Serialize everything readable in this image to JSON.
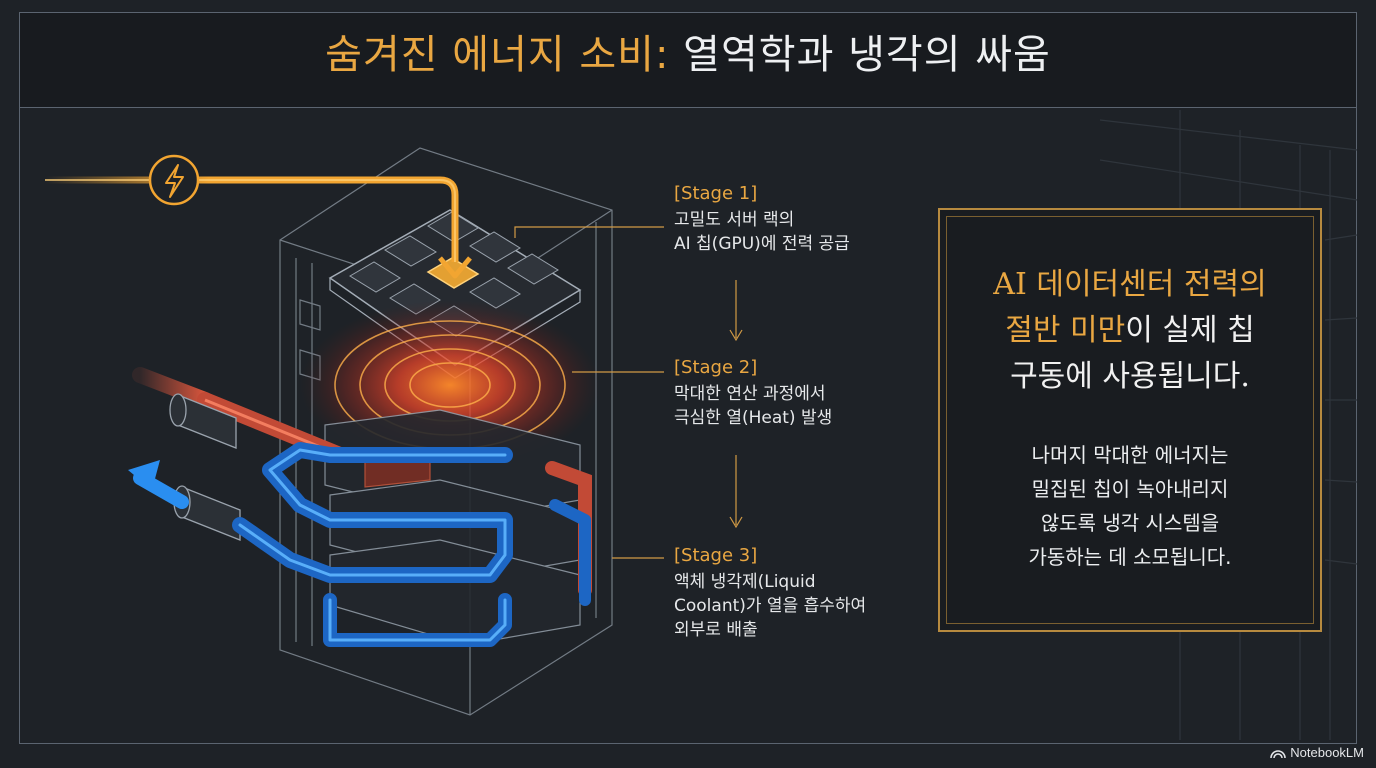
{
  "title": {
    "highlight": "숨겨진 에너지 소비:",
    "rest": " 열역학과 냉각의 싸움"
  },
  "stages": [
    {
      "label": "[Stage 1]",
      "desc": "고밀도 서버 랙의\nAI 칩(GPU)에 전력 공급"
    },
    {
      "label": "[Stage 2]",
      "desc": "막대한 연산 과정에서\n극심한 열(Heat) 발생"
    },
    {
      "label": "[Stage 3]",
      "desc": "액체 냉각제(Liquid\nCoolant)가 열을 흡수하여\n외부로 배출"
    }
  ],
  "callout": {
    "headline_line1": "AI 데이터센터 전력의",
    "headline_hl2": "절반 미만",
    "headline_rest2": "이 실제 칩",
    "headline_line3": "구동에 사용됩니다.",
    "body": "나머지 막대한 에너지는\n밀집된 칩이 녹아내리지\n않도록 냉각 시스템을\n가동하는 데 소모됩니다."
  },
  "brand": {
    "name": "NotebookLM",
    "icon": "notebooklm-logo-icon"
  },
  "icons": {
    "power": "lightning-bolt-icon"
  },
  "colors": {
    "accent": "#e9a742",
    "power_line": "#f2a531",
    "heat": "#e8452a",
    "coolant": "#2a8ef0",
    "hot_pipe": "#d8553c",
    "background": "#1e2227"
  }
}
